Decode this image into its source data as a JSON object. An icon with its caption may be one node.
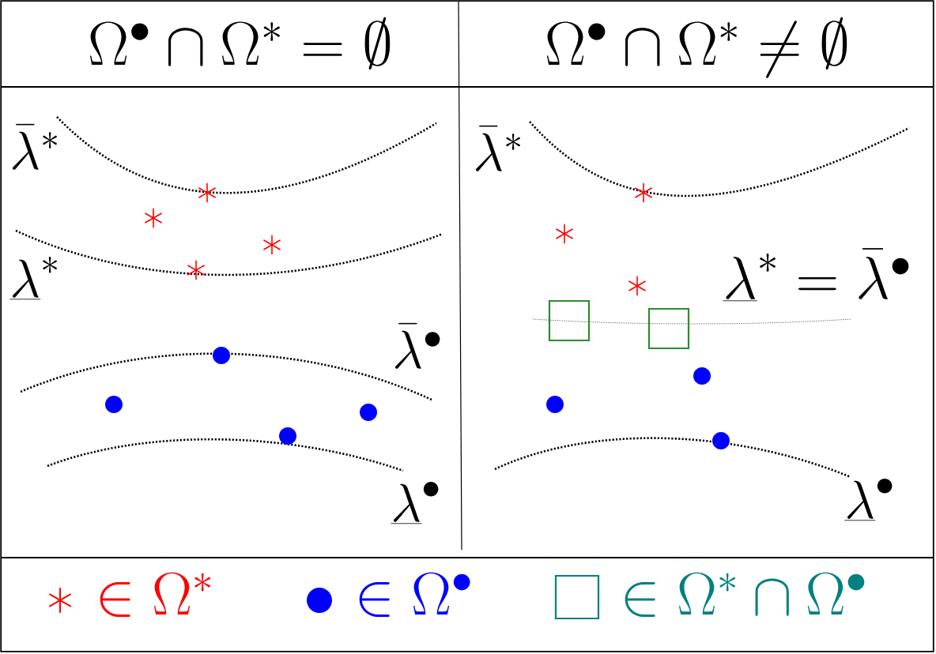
{
  "diagram": {
    "labels": [
      "\\Omega^\\bullet \\cap \\Omega^* = \\emptyset",
      "\\Omega^\\bullet \\cap \\Omega^* \\neq \\emptyset",
      "\\bar{\\lambda}^*",
      "\\underline{\\lambda}^*",
      "\\bar{\\lambda}^\\bullet",
      "\\underline{\\lambda}^\\bullet",
      "\\bar{\\lambda}^*",
      "\\underline{\\lambda}^* = \\bar{\\lambda}^\\bullet",
      "\\underline{\\lambda}^\\bullet"
    ],
    "legend": [
      {
        "text": "\\in \\Omega^*"
      },
      {
        "text": "\\in \\Omega^\\bullet"
      },
      {
        "text": "\\in \\Omega^* \\cap \\Omega^\\bullet"
      }
    ]
  }
}
